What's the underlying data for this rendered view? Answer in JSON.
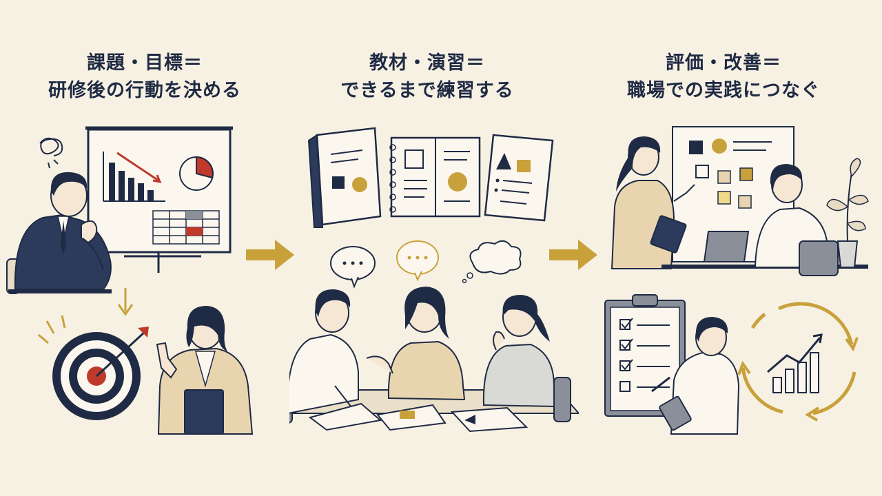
{
  "sections": [
    {
      "title_line1": "課題・目標＝",
      "title_line2": "研修後の行動を決める"
    },
    {
      "title_line1": "教材・演習＝",
      "title_line2": "できるまで練習する"
    },
    {
      "title_line1": "評価・改善＝",
      "title_line2": "職場での実践につなぐ"
    }
  ],
  "speech_bubble_text": "...",
  "colors": {
    "background": "#f7f1e3",
    "navy": "#1f2a44",
    "gold": "#c9a13b",
    "red": "#c0392b",
    "beige": "#e8d5b0",
    "gray": "#8a8f99"
  },
  "icons": [
    "target-icon",
    "arrow-right-icon",
    "chart-icon",
    "cycle-icon",
    "checklist-icon",
    "speech-bubble-icon",
    "book-icon"
  ]
}
